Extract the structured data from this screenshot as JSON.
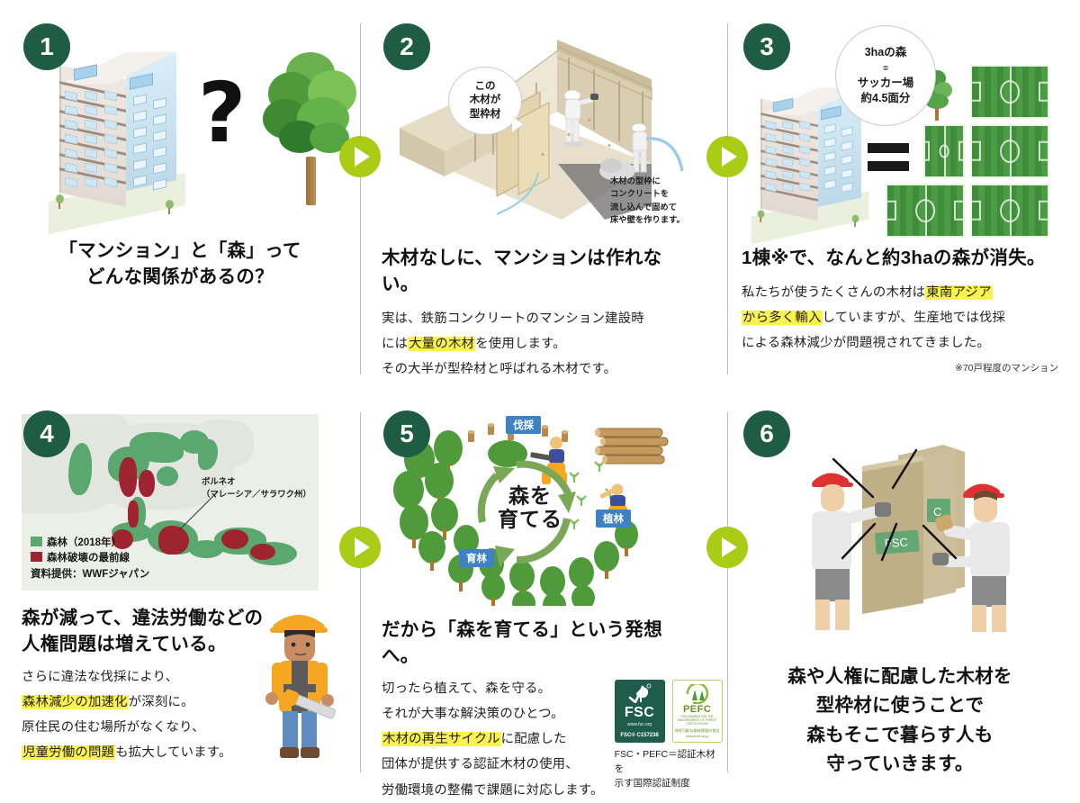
{
  "theme": {
    "badge_color": "#1e5c46",
    "arrow_color": "#aacc16",
    "highlight_color": "#fbf24d",
    "forest_green": "#5aa870",
    "deforest_red": "#9d2430",
    "label_blue": "#3f82c4"
  },
  "panels": [
    {
      "number": "1",
      "headline_lines": [
        "「マンション」と「森」って",
        "どんな関係があるの？"
      ],
      "body_lines": [],
      "icons": [
        "apartment-building",
        "question-mark",
        "broadleaf-tree"
      ]
    },
    {
      "number": "2",
      "headline_lines": [
        "木材なしに、マンションは作れない。"
      ],
      "bubble_lines": [
        "この",
        "木材が",
        "型枠材"
      ],
      "annotation_lines": [
        "木材の型枠に",
        "コンクリートを",
        "流し込んで固めて",
        "床や壁を作ります。"
      ],
      "body_lines": [
        [
          {
            "t": "実は、鉄筋コンクリートのマンション建設時"
          }
        ],
        [
          {
            "t": "には"
          },
          {
            "t": "大量の木材",
            "hl": true
          },
          {
            "t": "を使用します。"
          }
        ],
        [
          {
            "t": "その大半が型枠材と呼ばれる木材です。"
          }
        ]
      ]
    },
    {
      "number": "3",
      "headline_lines": [
        "1棟※で、なんと約3haの森が消失。"
      ],
      "bubble_lines": [
        "3haの森",
        "=",
        "サッカー場",
        "約4.5面分"
      ],
      "body_lines": [
        [
          {
            "t": "私たちが使うたくさんの木材は"
          },
          {
            "t": "東南アジア",
            "hl": true
          }
        ],
        [
          {
            "t": "から多く輸入",
            "hl": true
          },
          {
            "t": "していますが、生産地では伐採"
          }
        ],
        [
          {
            "t": "による森林減少が問題視されてきました。"
          }
        ]
      ],
      "note": "※70戸程度のマンション",
      "pitch_count_label": "4.5"
    },
    {
      "number": "4",
      "headline_lines": [
        "森が減って、違法労働などの",
        "人権問題は増えている。"
      ],
      "map_annotation": [
        "ボルネオ",
        "（マレーシア／サラワク州）"
      ],
      "legend": [
        {
          "label": "森林（2018年）",
          "color": "#5aa870"
        },
        {
          "label": "森林破壊の最前線",
          "color": "#9d2430"
        }
      ],
      "legend_source": "資料提供：WWFジャパン",
      "body_lines": [
        [
          {
            "t": "さらに違法な伐採により、"
          }
        ],
        [
          {
            "t": "森林減少の加速化",
            "hl": true
          },
          {
            "t": "が深刻に。"
          }
        ],
        [
          {
            "t": "原住民の住む場所がなくなり、"
          }
        ],
        [
          {
            "t": "児童労働の問題",
            "hl": true
          },
          {
            "t": "も拡大しています。"
          }
        ]
      ]
    },
    {
      "number": "5",
      "headline_lines": [
        "だから「森を育てる」という発想へ。"
      ],
      "cycle_center": [
        "森を",
        "育てる"
      ],
      "cycle_labels": [
        "伐採",
        "植林",
        "育林"
      ],
      "body_lines": [
        [
          {
            "t": "切ったら植えて、森を守る。"
          }
        ],
        [
          {
            "t": "それが大事な解決策のひとつ。"
          }
        ],
        [
          {
            "t": "木材の再生サイクル",
            "hl": true
          },
          {
            "t": "に配慮した"
          }
        ],
        [
          {
            "t": "団体が提供する認証木材の使用、"
          }
        ],
        [
          {
            "t": "労働環境の整備で課題に対応します。"
          }
        ]
      ],
      "certs": {
        "fsc": {
          "name": "FSC",
          "url": "www.fsc.org",
          "code": "FSC® C157238"
        },
        "pefc": {
          "name": "PEFC",
          "sub": "PROGRAMME FOR THE ENDORSEMENT OF FOREST CERTIFICATION",
          "ja": "持続可能な森林管理の普及",
          "url": "www.pefc.or.jp"
        },
        "caption_lines": [
          "FSC・PEFC＝認証木材を",
          "示す国際認証制度"
        ]
      }
    },
    {
      "number": "6",
      "headline_lines": [
        "森や人権に配慮した木材を",
        "型枠材に使うことで",
        "森もそこで暮らす人も",
        "守っていきます。"
      ],
      "stamps": [
        "FSC",
        "C"
      ]
    }
  ]
}
